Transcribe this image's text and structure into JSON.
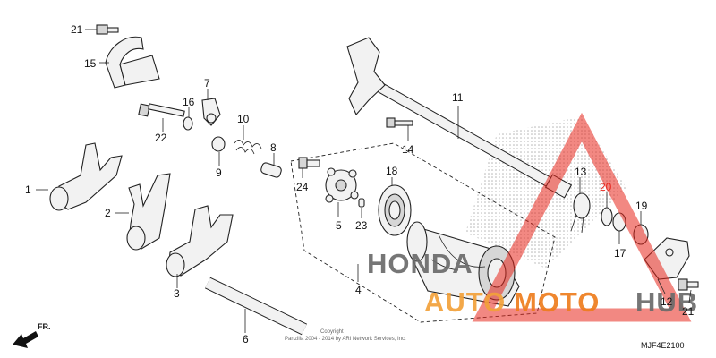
{
  "callouts": {
    "c1": "1",
    "c2": "2",
    "c3": "3",
    "c4": "4",
    "c5": "5",
    "c6": "6",
    "c7": "7",
    "c8": "8",
    "c9": "9",
    "c10": "10",
    "c11": "11",
    "c12": "12",
    "c13": "13",
    "c14": "14",
    "c15": "15",
    "c16": "16",
    "c17": "17",
    "c18": "18",
    "c19": "19",
    "c20": "20",
    "c21a": "21",
    "c21b": "21",
    "c22": "22",
    "c23": "23",
    "c24": "24"
  },
  "direction": {
    "label": "FR."
  },
  "watermark": {
    "auto": "AUTO",
    "moto": "MOTO",
    "hub": "HUB",
    "brand_ghost": "HONDA"
  },
  "copyright": {
    "line1": "Copyright",
    "line2": "Partzilla 2004 - 2014 by ARI Network Services, Inc."
  },
  "diagram_code": "MJF4E2100",
  "colors": {
    "watermark_triangle": "#e8261c",
    "watermark_auto": "#f3a13a",
    "watermark_moto": "#ee7d1e",
    "watermark_hub": "#6b6b6b",
    "highlight_callout": "#e8261c"
  }
}
